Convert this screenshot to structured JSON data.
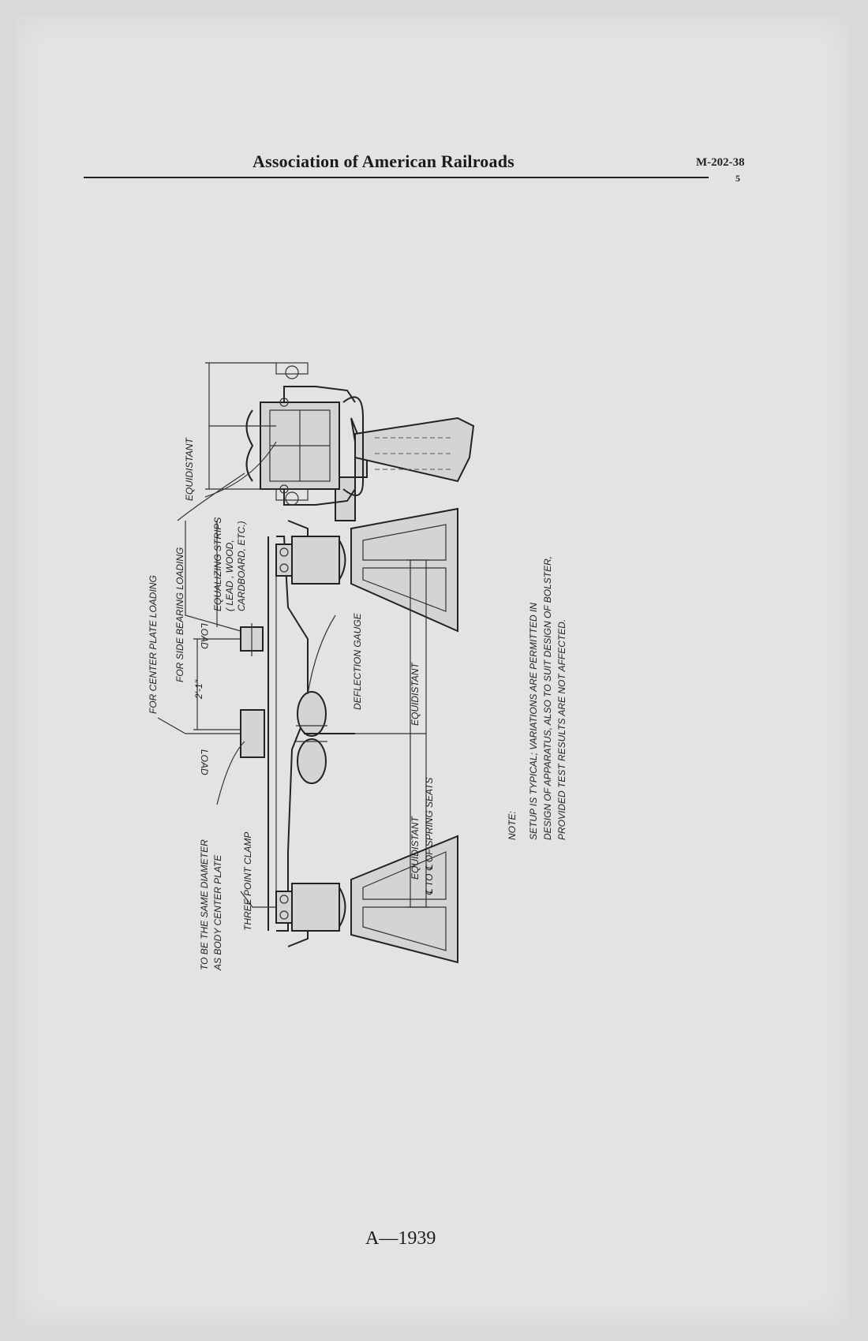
{
  "header": {
    "title": "Association of American Railroads",
    "spec_code": "M-202-38",
    "page_number": "5"
  },
  "drawing": {
    "labels": {
      "center_plate_loading": "FOR CENTER PLATE LOADING",
      "side_bearing_loading": "FOR SIDE BEARING LOADING",
      "equidistant_top": "EQUIDISTANT",
      "equalizing_strips_1": "EQUALIZING STRIPS",
      "equalizing_strips_2": "( LEAD , WOOD,",
      "equalizing_strips_3": "CARDBOARD, ETC.)",
      "load_right": "LOAD",
      "dimension": "2'-1\"",
      "load_left": "LOAD",
      "same_diameter_1": "TO BE THE SAME DIAMETER",
      "same_diameter_2": "AS BODY CENTER PLATE",
      "three_point_clamp": "THREE POINT CLAMP",
      "deflection_gauge": "DEFLECTION GAUGE",
      "equidistant_right": "EQUIDISTANT",
      "equidistant_left": "EQUIDISTANT",
      "spring_seats": "℄ TO ℄ OF SPRING SEATS"
    },
    "note": {
      "heading": "NOTE:",
      "line1": "SETUP IS TYPICAL; VARIATIONS ARE PERMITTED IN",
      "line2": "DESIGN OF APPARATUS, ALSO TO SUIT DESIGN OF BOLSTER,",
      "line3": "PROVIDED TEST RESULTS ARE NOT AFFECTED."
    }
  },
  "footer": {
    "text": "A—1939"
  }
}
